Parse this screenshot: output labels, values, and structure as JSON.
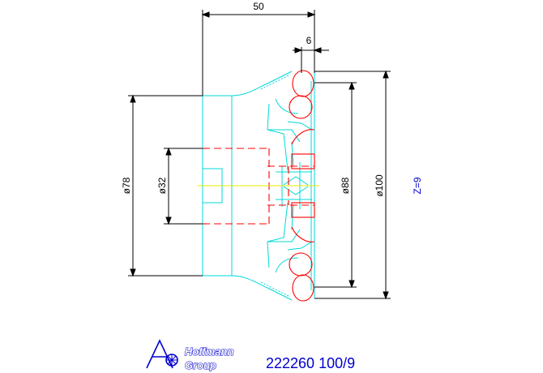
{
  "dimensions": {
    "overall_length": "50",
    "insert_width": "6",
    "body_diameter": "ø78",
    "bore_diameter": "ø32",
    "pitch_diameter": "ø88",
    "cutting_diameter": "ø100"
  },
  "teeth_label": "Z=9",
  "part_number": "222260 100/9",
  "logo": {
    "line1": "Hoffmann",
    "line2": "Group"
  },
  "colors": {
    "body_outline": "#00d8d8",
    "insert": "#ff0000",
    "centerline": "#ffff00",
    "dimension": "#000000",
    "brand": "#0000cc"
  }
}
